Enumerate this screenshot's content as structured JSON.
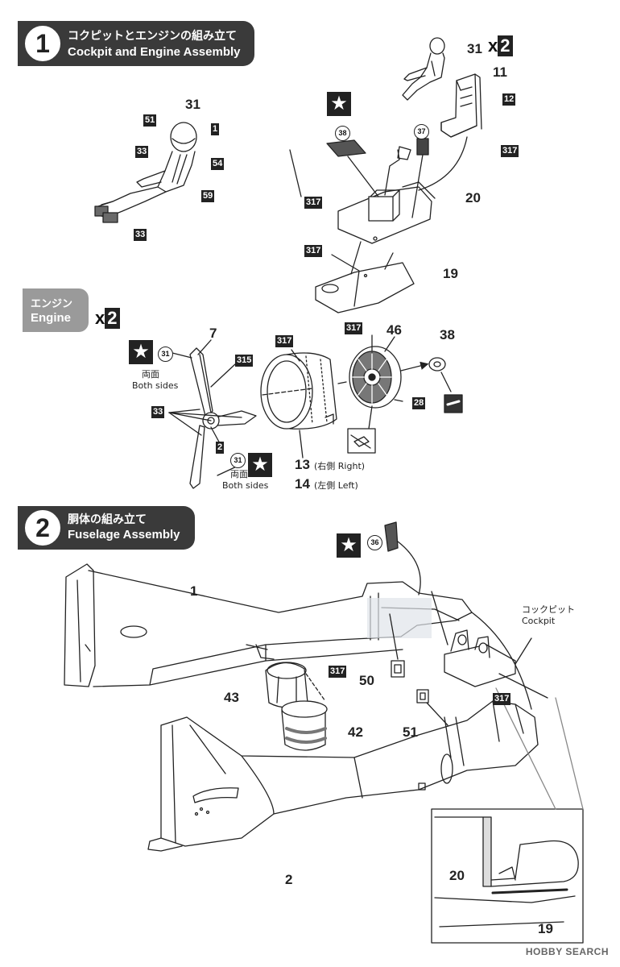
{
  "step1": {
    "number": "1",
    "title_jp": "コクピットとエンジンの組み立て",
    "title_en": "Cockpit and Engine Assembly"
  },
  "step2": {
    "number": "2",
    "title_jp": "胴体の組み立て",
    "title_en": "Fuselage Assembly"
  },
  "engine_tag": {
    "jp": "エンジン",
    "en": "Engine"
  },
  "multipliers": {
    "pilot": "x2",
    "engine": "x2"
  },
  "multiplier_parts": {
    "x": "x",
    "n": "2"
  },
  "star": "★",
  "pilot_figure": {
    "part": "31",
    "colors": {
      "helmet": "51",
      "face": "1",
      "straps": "54",
      "flight_suit": "59",
      "gloves": "33",
      "boots": "33"
    }
  },
  "cockpit": {
    "pilot_part": "31",
    "seat_part": "11",
    "seat_color": "12",
    "seat_body_color": "317",
    "decal_panel": "38",
    "decal_side": "37",
    "floor_part": "20",
    "floor_color": "317",
    "tub_part": "19",
    "tub_color": "317"
  },
  "engine": {
    "prop_part": "7",
    "prop_decal": "31",
    "prop_decal_2": "31",
    "both_sides": "両面",
    "both_sides_en": "Both sides",
    "blade_color": "315",
    "hub_color": "33",
    "spinner_color": "2",
    "cowl_color": "317",
    "cowl_right_part": "13",
    "cowl_right_label": "(右側 Right)",
    "cowl_left_part": "14",
    "cowl_left_label": "(左側 Left)",
    "engine_part": "46",
    "engine_color": "317",
    "engine_body_color": "28",
    "exhaust_part": "38"
  },
  "fuselage": {
    "decal": "36",
    "left_half": "1",
    "right_half": "2",
    "interior_color": "317",
    "interior_color_2": "317",
    "part_50": "50",
    "part_43": "43",
    "part_42": "42",
    "part_51": "51",
    "cockpit_jp": "コックピット",
    "cockpit_en": "Cockpit",
    "detail_part_20": "20",
    "detail_part_19": "19"
  },
  "watermark": "HOBBY SEARCH"
}
